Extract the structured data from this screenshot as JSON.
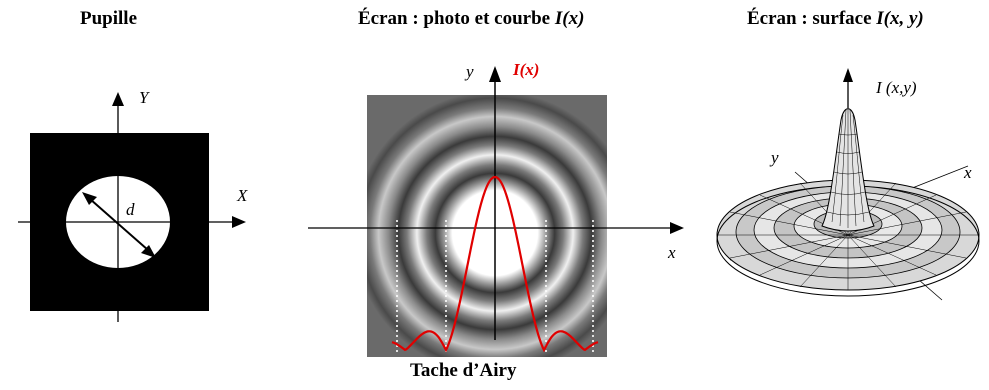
{
  "titles": {
    "pupil": "Pupille",
    "screen_prefix": "Écran : photo et courbe",
    "screen_func": "I(x)",
    "surface_prefix": "Écran : surface",
    "surface_func": "I(x, y)"
  },
  "pupil": {
    "x_axis": "X",
    "y_axis": "Y",
    "diameter": "d"
  },
  "screen": {
    "x_axis": "x",
    "y_axis": "y",
    "curve_label": "I(x)",
    "caption": "Tache d’Airy"
  },
  "surface": {
    "z_label": "I (x,y)",
    "x_axis": "x",
    "y_axis": "y"
  },
  "colors": {
    "curve": "#e00000",
    "mask": "#000000",
    "mesh": "#d8d8d8"
  }
}
